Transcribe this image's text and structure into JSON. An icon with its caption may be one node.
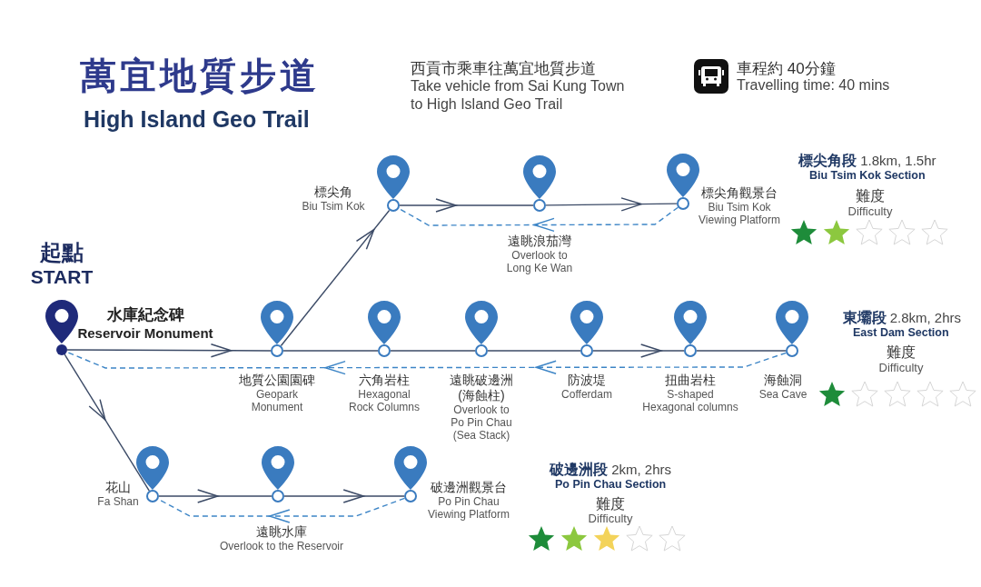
{
  "diagram": {
    "title": "萬宜地質步道",
    "nodes": [
      {
        "text": [],
        "shape": "circle",
        "beside": [
          "起點",
          "START",
          "水庫紀念碑",
          "Reservoir Monument"
        ]
      },
      {
        "text": [],
        "shape": "circle",
        "beside": [
          "地質公園園碑",
          "Geopark Monument"
        ]
      },
      {
        "text": [],
        "shape": "circle",
        "beside": [
          "標尖角",
          "Biu Tsim Kok"
        ]
      },
      {
        "text": [],
        "shape": "circle",
        "beside": [
          "遠眺浪茄灣",
          "Overlook to Long Ke Wan"
        ]
      },
      {
        "text": [],
        "shape": "circle",
        "beside": [
          "標尖角觀景台",
          "Biu Tsim Kok Viewing Platform"
        ]
      },
      {
        "text": [],
        "shape": "circle",
        "beside": [
          "六角岩柱",
          "Hexagonal Rock Columns"
        ]
      },
      {
        "text": [],
        "shape": "circle",
        "beside": [
          "遠眺破邊洲(海蝕柱)",
          "Overlook to Po Pin Chau (Sea Stack)"
        ]
      },
      {
        "text": [],
        "shape": "circle",
        "beside": [
          "防波堤",
          "Cofferdam"
        ]
      },
      {
        "text": [],
        "shape": "circle",
        "beside": [
          "扭曲岩柱",
          "S-shaped Hexagonal columns"
        ]
      },
      {
        "text": [],
        "shape": "circle",
        "beside": [
          "海蝕洞",
          "Sea Cave"
        ]
      },
      {
        "text": [],
        "shape": "circle",
        "beside": [
          "花山",
          "Fa Shan"
        ]
      },
      {
        "text": [],
        "shape": "circle",
        "beside": [
          "遠眺水庫",
          "Overlook to the Reservoir"
        ]
      },
      {
        "text": [],
        "shape": "circle",
        "beside": [
          "破邊洲觀景台",
          "Po Pin Chau Viewing Platform"
        ]
      }
    ],
    "edges": [
      {
        "from": 0,
        "to": 1,
        "arrow": "to"
      },
      {
        "from": 1,
        "to": 2,
        "arrow": "to"
      },
      {
        "from": 2,
        "to": 3,
        "arrow": "to"
      },
      {
        "from": 3,
        "to": 4,
        "arrow": "to"
      },
      {
        "from": 4,
        "to": 2,
        "arrow": "to",
        "style": "dashed",
        "color": "#3d85c6"
      },
      {
        "from": 1,
        "to": 5,
        "arrow": "none"
      },
      {
        "from": 5,
        "to": 6,
        "arrow": "none"
      },
      {
        "from": 6,
        "to": 7,
        "arrow": "none"
      },
      {
        "from": 7,
        "to": 8,
        "arrow": "to"
      },
      {
        "from": 8,
        "to": 9,
        "arrow": "none"
      },
      {
        "from": 9,
        "to": 0,
        "arrow": "to",
        "style": "dashed",
        "color": "#3d85c6"
      },
      {
        "from": 0,
        "to": 10,
        "arrow": "to"
      },
      {
        "from": 10,
        "to": 11,
        "arrow": "to"
      },
      {
        "from": 11,
        "to": 12,
        "arrow": "to"
      },
      {
        "from": 12,
        "to": 10,
        "arrow": "to",
        "style": "dashed",
        "color": "#3d85c6"
      }
    ],
    "labels": [
      "High Island Geo Trail",
      "西貢市乘車往萬宜地質步道",
      "Take vehicle from Sai Kung Town to High Island Geo Trail",
      "車程約 40分鐘",
      "Travelling time: 40 mins",
      "**標尖角段** 1.8km, 1.5hr",
      "Biu Tsim Kok Section",
      "難度",
      "Difficulty",
      "**東壩段** 2.8km, 2hrs",
      "East Dam Section",
      "難度",
      "Difficulty",
      "**破邊洲段** 2km, 2hrs",
      "Po Pin Chau Section",
      "難度",
      "Difficulty"
    ]
  }
}
